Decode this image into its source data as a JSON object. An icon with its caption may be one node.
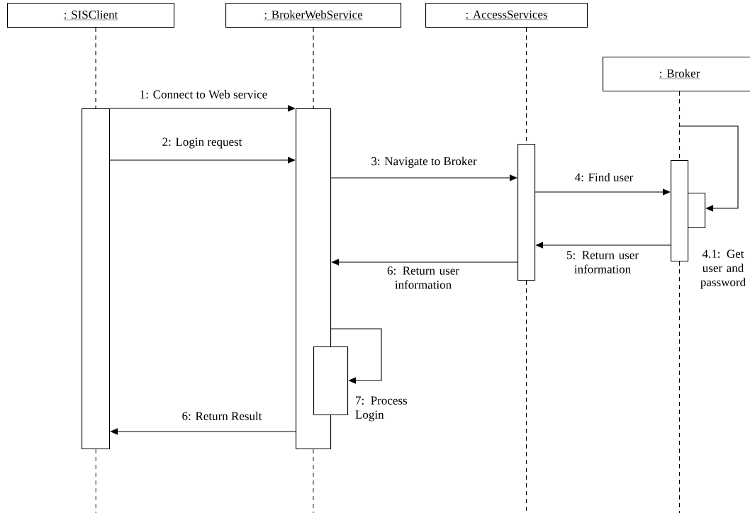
{
  "diagram": {
    "nodes": [
      {
        "text": [
          ": SISClient"
        ]
      },
      {
        "text": [
          ": BrokerWebService"
        ]
      },
      {
        "text": [
          ": AccessServices"
        ]
      },
      {
        "text": [
          ": Broker"
        ]
      },
      {
        "text": [],
        "shape": "bar"
      },
      {
        "text": [],
        "shape": "bar"
      },
      {
        "text": [],
        "shape": "bar"
      },
      {
        "text": [],
        "shape": "bar"
      },
      {
        "text": [],
        "shape": "bar"
      },
      {
        "text": [],
        "shape": "bar"
      }
    ],
    "edges": [
      {
        "from": 4,
        "to": 5,
        "arrow": "to",
        "label": "1: Connect to Web service"
      },
      {
        "from": 4,
        "to": 5,
        "arrow": "to",
        "label": "2: Login request"
      },
      {
        "from": 5,
        "to": 6,
        "arrow": "to",
        "label": "3: Navigate to Broker"
      },
      {
        "from": 6,
        "to": 7,
        "arrow": "to",
        "label": "4: Find user"
      },
      {
        "from": 3,
        "to": 9,
        "arrow": "to",
        "label": "4.1: Get user and password"
      },
      {
        "from": 7,
        "to": 6,
        "arrow": "to",
        "label": "5: Return user information"
      },
      {
        "from": 6,
        "to": 5,
        "arrow": "to",
        "label": "6: Return user information"
      },
      {
        "from": 5,
        "to": 8,
        "arrow": "to",
        "label": "7: Process Login"
      },
      {
        "from": 5,
        "to": 4,
        "arrow": "to",
        "label": "6: Return Result"
      },
      {
        "from": 0,
        "to": 4,
        "arrow": "none",
        "style": "dashed"
      },
      {
        "from": 4,
        "to": null,
        "arrow": "none",
        "style": "dashed"
      },
      {
        "from": 1,
        "to": 5,
        "arrow": "none",
        "style": "dashed"
      },
      {
        "from": 5,
        "to": null,
        "arrow": "none",
        "style": "dashed"
      },
      {
        "from": 2,
        "to": 6,
        "arrow": "none",
        "style": "dashed"
      },
      {
        "from": 6,
        "to": null,
        "arrow": "none",
        "style": "dashed"
      },
      {
        "from": 3,
        "to": 7,
        "arrow": "none",
        "style": "dashed"
      },
      {
        "from": 7,
        "to": null,
        "arrow": "none",
        "style": "dashed"
      }
    ]
  }
}
